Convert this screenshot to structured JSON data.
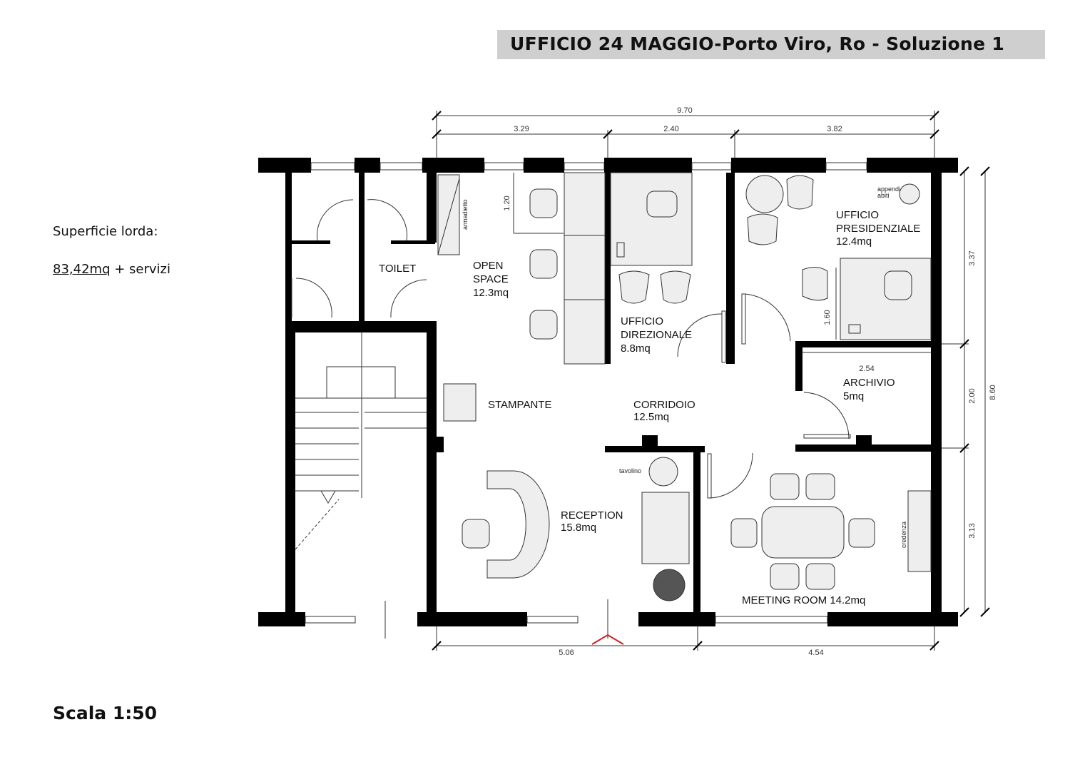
{
  "header": {
    "title": "UFFICIO 24 MAGGIO-Porto Viro, Ro - Soluzione 1"
  },
  "info": {
    "superficie_label": "Superficie lorda:",
    "superficie_value": "83,42mq",
    "superficie_suffix": "+  servizi",
    "scale": "Scala 1:50"
  },
  "rooms": {
    "toilet": "TOILET",
    "open_space": [
      "OPEN",
      "SPACE",
      "12.3mq"
    ],
    "direzionale": [
      "UFFICIO",
      "DIREZIONALE",
      "8.8mq"
    ],
    "presidenziale": [
      "UFFICIO",
      "PRESIDENZIALE",
      "12.4mq"
    ],
    "archivio": [
      "ARCHIVIO",
      "5mq"
    ],
    "stampante": "STAMPANTE",
    "corridoio": [
      "CORRIDOIO",
      "12.5mq"
    ],
    "reception": [
      "RECEPTION",
      "15.8mq"
    ],
    "meeting": "MEETING ROOM 14.2mq"
  },
  "furniture_labels": {
    "armadietto": "armadietto",
    "appendi": [
      "appendi",
      "abiti"
    ],
    "tavolino": "tavolino",
    "credenza": "credenza"
  },
  "dimensions": {
    "total_width": "9.70",
    "top": [
      "3.29",
      "2.40",
      "3.82"
    ],
    "right": [
      "3.37",
      "2.00",
      "3.13"
    ],
    "total_height": "8.60",
    "bottom": [
      "5.06",
      "4.54"
    ],
    "inner": [
      "1.20",
      "1.60",
      "2.54"
    ]
  },
  "colors": {
    "wall": "#000000",
    "furniture": "#eeeeee",
    "title_bg": "#cfcfcf",
    "entrance": "#cc2222"
  }
}
